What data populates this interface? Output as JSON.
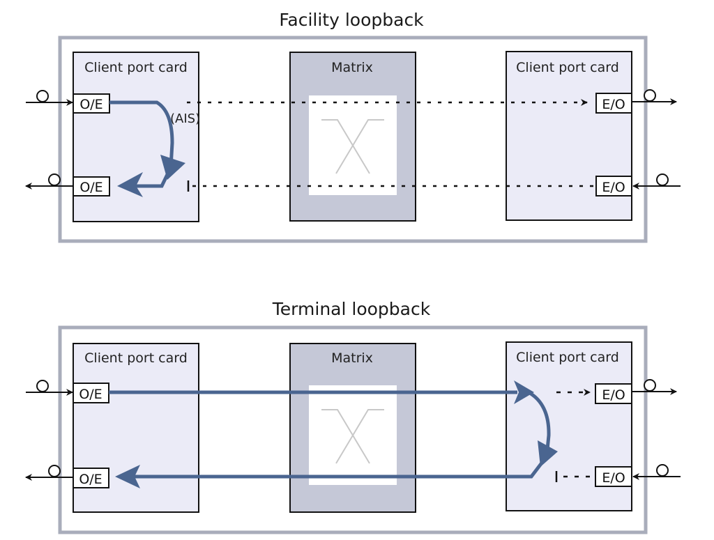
{
  "diagrams": [
    {
      "title": "Facility loopback",
      "left_card": {
        "label": "Client port card",
        "ports": [
          "O/E",
          "O/E"
        ]
      },
      "matrix": {
        "label": "Matrix"
      },
      "right_card": {
        "label": "Client port card",
        "ports": [
          "E/O",
          "E/O"
        ]
      },
      "annotation": "(AIS)"
    },
    {
      "title": "Terminal loopback",
      "left_card": {
        "label": "Client port card",
        "ports": [
          "O/E",
          "O/E"
        ]
      },
      "matrix": {
        "label": "Matrix"
      },
      "right_card": {
        "label": "Client port card",
        "ports": [
          "E/O",
          "E/O"
        ]
      }
    }
  ],
  "colors": {
    "frame": "#a9adbb",
    "card_fill": "#ebebf7",
    "matrix_fill": "#c5c8d7",
    "loop_path": "#4a6590",
    "line": "#111111"
  }
}
